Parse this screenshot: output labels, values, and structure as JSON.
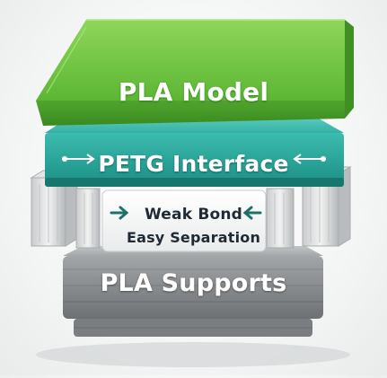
{
  "layers": {
    "model": {
      "label": "PLA Model",
      "color": "#5cbf3a"
    },
    "interface": {
      "label": "PETG Interface",
      "color": "#27a79a"
    },
    "gap": {
      "line1": "Weak Bond",
      "line2": "Easy Separation"
    },
    "supports": {
      "label": "PLA Supports",
      "color": "#8f9294"
    }
  }
}
